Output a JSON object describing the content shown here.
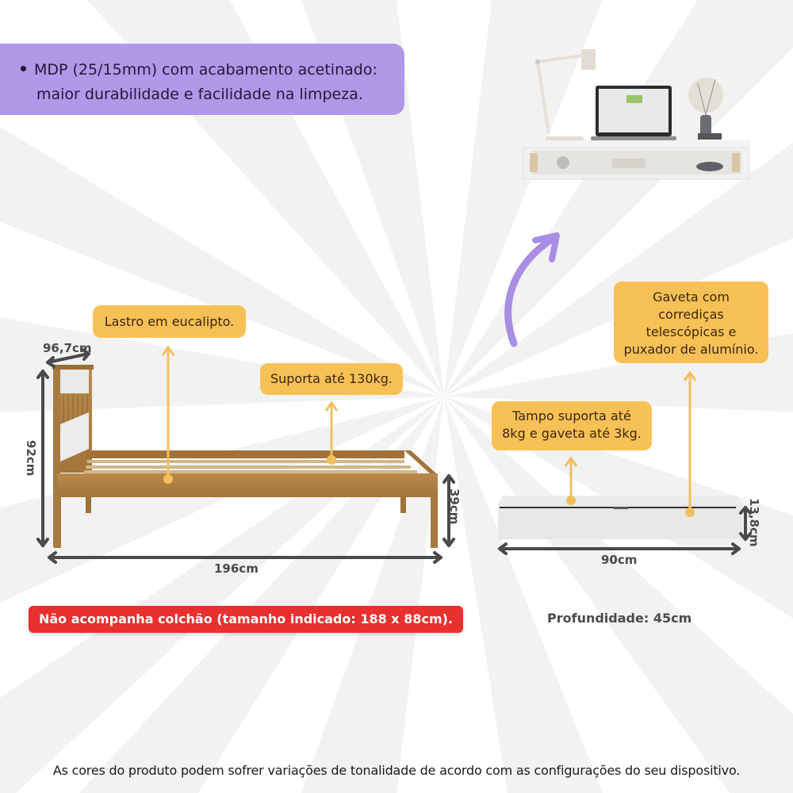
{
  "info_banner": {
    "bullet_text_line1": "MDP (25/15mm) com acabamento acetinado:",
    "bullet_text_line2": "maior durabilidade e facilidade na limpeza.",
    "color": "#b198e8"
  },
  "bed": {
    "callouts": [
      {
        "label": "Lastro em eucalipto."
      },
      {
        "label": "Suporta até 130kg."
      }
    ],
    "dimensions": {
      "depth": "96,7cm",
      "height": "92cm",
      "length": "196cm",
      "leg_height": "39cm"
    },
    "wood_color": "#b07f3f",
    "panel_color": "#e9e9e9"
  },
  "desk": {
    "callouts": [
      {
        "label_lines": [
          "Gaveta com",
          "corrediças",
          "telescópicas e",
          "puxador de alumínio."
        ]
      },
      {
        "label_lines": [
          "Tampo suporta até",
          "8kg e gaveta até 3kg."
        ]
      }
    ],
    "dimensions": {
      "width": "90cm",
      "height": "13,8cm"
    },
    "depth_note": "Profundidade: 45cm"
  },
  "warning": {
    "text": "Não acompanha colchão (tamanho indicado: 188 x 88cm).",
    "color": "#e8302e"
  },
  "footer": {
    "note": "As cores do produto podem sofrer variações de tonalidade de acordo com as configurações do seu dispositivo."
  },
  "colors": {
    "callout": "#f8c156",
    "arrow_purple": "#a98ee6",
    "dimension_gray": "#4a4a4a",
    "ray_gray": "#f2f2f2"
  }
}
